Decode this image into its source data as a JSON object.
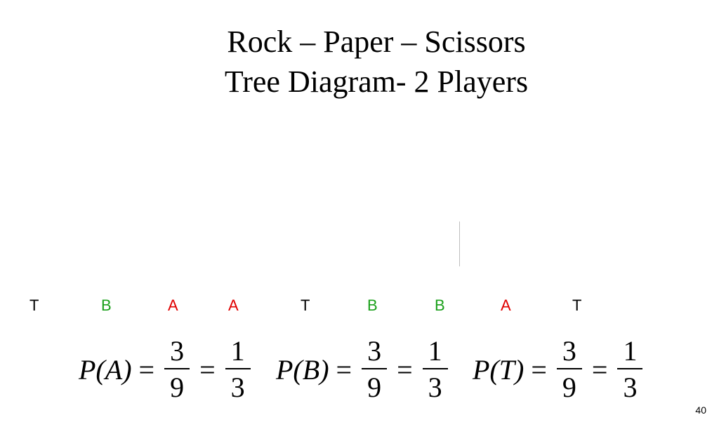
{
  "title": {
    "line1": "Rock – Paper – Scissors",
    "line2": "Tree Diagram- 2 Players"
  },
  "outcomes": [
    {
      "label": "T",
      "color": "#000000"
    },
    {
      "label": "B",
      "color": "#1aa01a"
    },
    {
      "label": "A",
      "color": "#e00000"
    },
    {
      "label": "A",
      "color": "#e00000"
    },
    {
      "label": "T",
      "color": "#000000"
    },
    {
      "label": "B",
      "color": "#1aa01a"
    },
    {
      "label": "B",
      "color": "#1aa01a"
    },
    {
      "label": "A",
      "color": "#e00000"
    },
    {
      "label": "T",
      "color": "#000000"
    }
  ],
  "equations": [
    {
      "lhs": "P(A)",
      "frac1_num": "3",
      "frac1_den": "9",
      "frac2_num": "1",
      "frac2_den": "3"
    },
    {
      "lhs": "P(B)",
      "frac1_num": "3",
      "frac1_den": "9",
      "frac2_num": "1",
      "frac2_den": "3"
    },
    {
      "lhs": "P(T)",
      "frac1_num": "3",
      "frac1_den": "9",
      "frac2_num": "1",
      "frac2_den": "3"
    }
  ],
  "equals_sign": "=",
  "page_number": "40"
}
